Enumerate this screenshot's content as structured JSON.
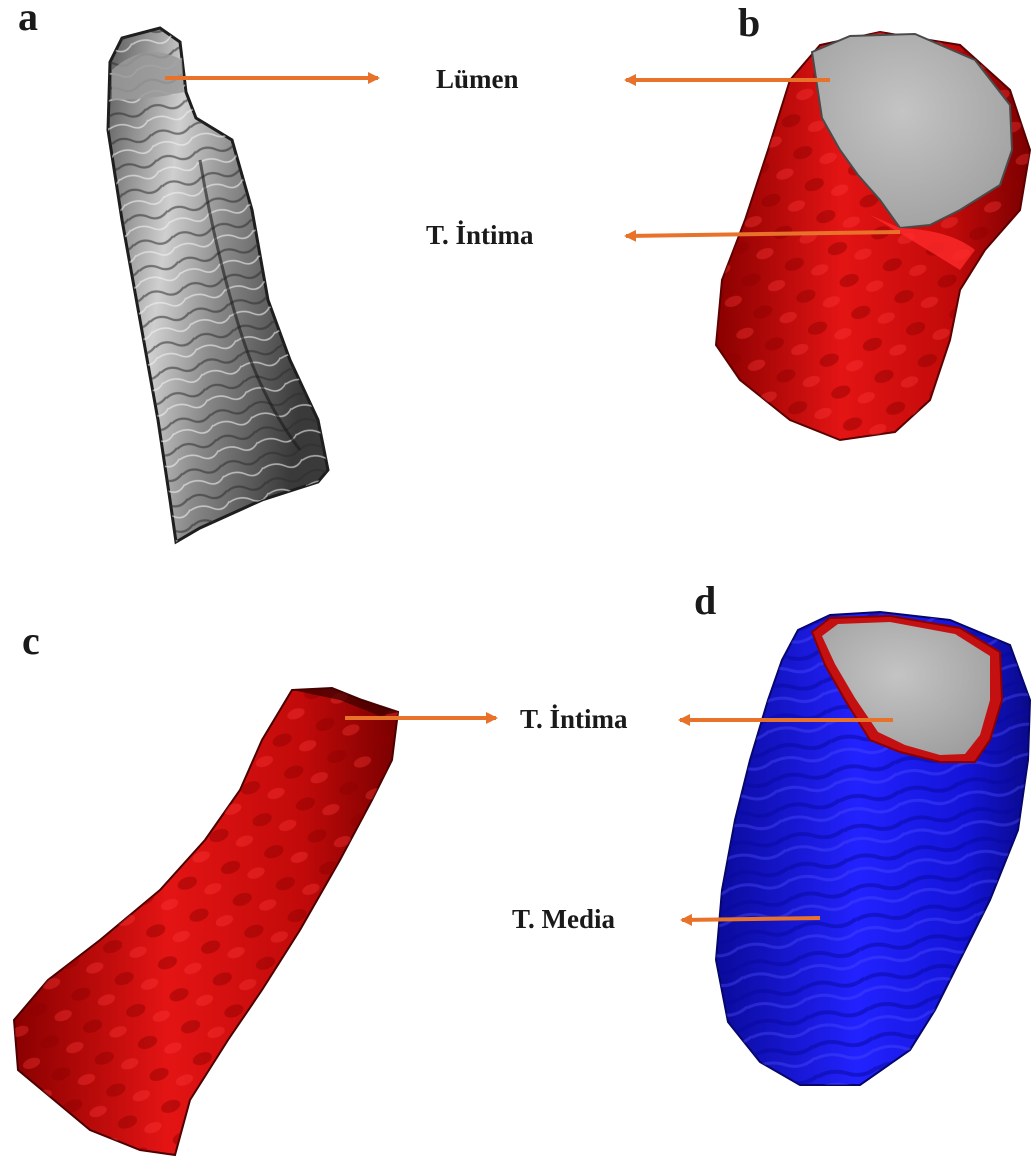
{
  "panels": {
    "a": {
      "letter": "a"
    },
    "b": {
      "letter": "b"
    },
    "c": {
      "letter": "c"
    },
    "d": {
      "letter": "d"
    }
  },
  "labels": {
    "lumen": "Lümen",
    "intima_top": "T. İntima",
    "intima_bottom": "T. İntima",
    "media": "T. Media"
  },
  "colors": {
    "arrow": "#e8722a",
    "lumen_gray": "#b4b4b4",
    "intima_red": "#e01010",
    "media_blue": "#1a1aee",
    "text": "#1a1a1a"
  }
}
